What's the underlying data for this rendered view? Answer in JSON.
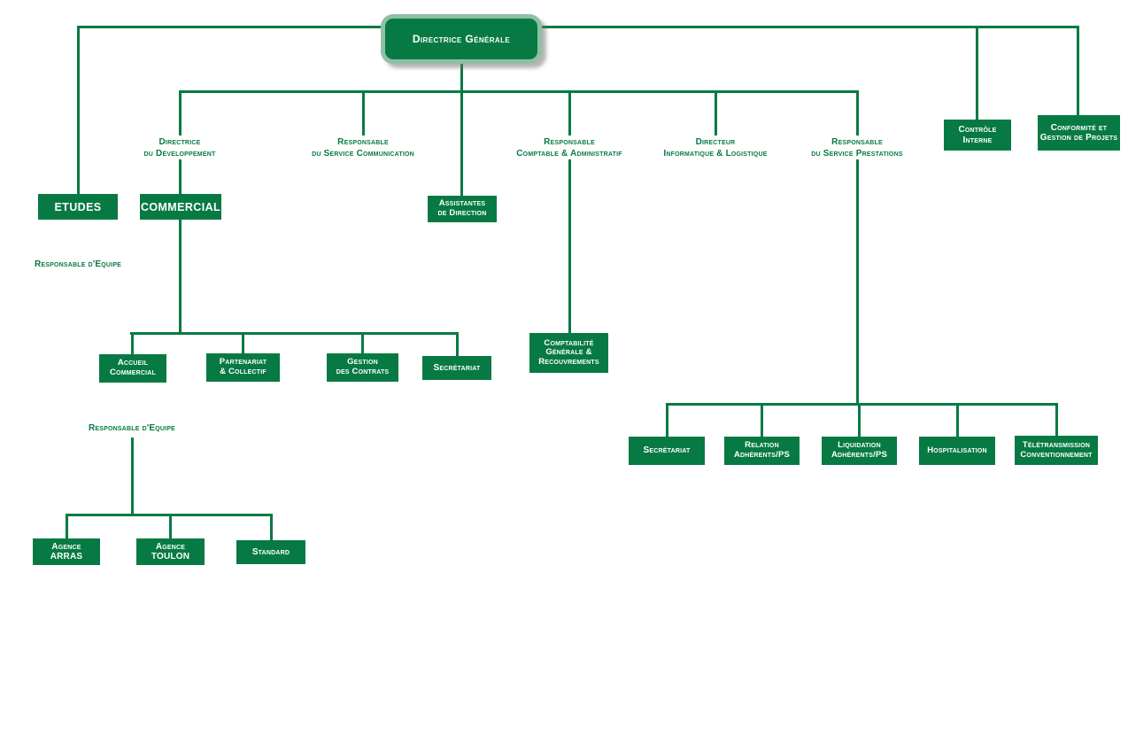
{
  "colors": {
    "green": "#077a43",
    "frame": "#8fbfa5"
  },
  "nodes": {
    "root": "Directrice Générale",
    "dev_label": "Directrice\ndu Développement",
    "comm_label": "Responsable\ndu Service Communication",
    "compta_label": "Responsable\nComptable & Administratif",
    "info_label": "Directeur\nInformatique & Logistique",
    "prest_label": "Responsable\ndu Service Prestations",
    "controle": "Contrôle\nInterne",
    "conformite": "Conformité et\nGestion de Projets",
    "etudes": "ETUDES",
    "resp_equipe_1": "Responsable d'Equipe",
    "commercial": "COMMERCIAL",
    "assistantes": "Assistantes\nde Direction",
    "compta_box": "Comptabilité\nGénérale &\nRecouvrements",
    "accueil": "Accueil\nCommercial",
    "partenariat": "Partenariat\n& Collectif",
    "gestion": "Gestion\ndes Contrats",
    "secretariat_1": "Secrétariat",
    "resp_equipe_2": "Responsable d'Equipe",
    "arras": "Agence\nARRAS",
    "toulon": "Agence\nTOULON",
    "standard": "Standard",
    "secretariat_2": "Secrétariat",
    "relation": "Relation\nAdhérents/PS",
    "liquidation": "Liquidation\nAdhérents/PS",
    "hospitalisation": "Hospitalisation",
    "teletransmission": "Télétransmission\nConventionnement"
  }
}
